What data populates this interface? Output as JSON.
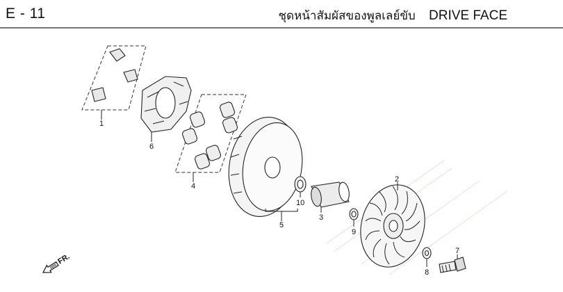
{
  "page": {
    "code": "E - 11",
    "title_thai": "ชุดหน้าสัมผัสของพูลเลย์ขับ",
    "title_en": "DRIVE FACE"
  },
  "callouts": [
    "1",
    "2",
    "3",
    "4",
    "5",
    "6",
    "7",
    "8",
    "9",
    "10"
  ],
  "direction_label": "FR."
}
